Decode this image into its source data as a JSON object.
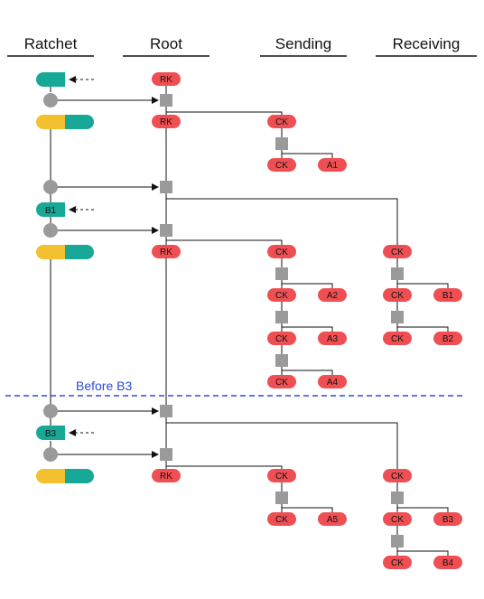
{
  "columns": {
    "ratchet": "Ratchet",
    "root": "Root",
    "sending": "Sending",
    "receiving": "Receiving"
  },
  "annotation": "Before B3",
  "labels": {
    "rk": "RK",
    "ck": "CK",
    "b1": "B1",
    "b3": "B3",
    "a1": "A1",
    "a2": "A2",
    "a3": "A3",
    "a4": "A4",
    "a5": "A5",
    "rb1": "B1",
    "rb2": "B2",
    "rb3": "B3",
    "rb4": "B4"
  },
  "colors": {
    "red": "#ef4f53",
    "teal": "#18a897",
    "yellow": "#f3c02f",
    "gray": "#9a9a9a",
    "line": "#111111",
    "dash_blue": "#2b4bd8"
  }
}
